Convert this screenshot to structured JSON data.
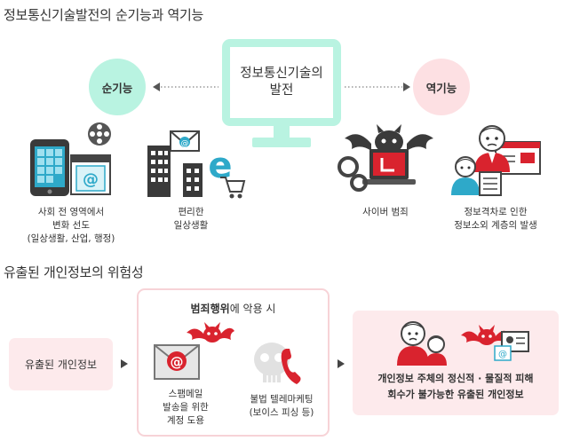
{
  "section1": {
    "title": "정보통신기술발전의 순기능과 역기능",
    "center_lines": [
      "정보통신기술의",
      "발전"
    ],
    "positive_label": "순기능",
    "negative_label": "역기능",
    "positive_items": [
      {
        "icon": "tablet-film-icon",
        "lines": [
          "사회 전 영역에서",
          "변화 선도",
          "(일상생활, 산업, 행정)"
        ]
      },
      {
        "icon": "ecommerce-icon",
        "lines": [
          "편리한",
          "일상생활"
        ]
      }
    ],
    "negative_items": [
      {
        "icon": "cybercrime-icon",
        "lines": [
          "사이버 범죄"
        ]
      },
      {
        "icon": "digital-divide-icon",
        "lines": [
          "정보격차로 인한",
          "정보소외 계층의 발생"
        ]
      }
    ]
  },
  "section2": {
    "title": "유출된 개인정보의 위험성",
    "leaked_label": "유출된 개인정보",
    "crime_heading_bold": "범죄행위",
    "crime_heading_rest": "에 악용 시",
    "crime_items": [
      {
        "icon": "spam-mail-icon",
        "lines": [
          "스팸메일",
          "발송을 위한",
          "계정 도용"
        ]
      },
      {
        "icon": "phishing-phone-icon",
        "lines": [
          "불법 텔레마케팅",
          "(보이스 피싱 등)"
        ]
      }
    ],
    "result_lines": [
      "개인정보 주체의 정신적 · 물질적 피해",
      "회수가 불가능한 유출된 개인정보"
    ]
  },
  "colors": {
    "mint": "#b9f3e1",
    "pink_circle": "#fde0e3",
    "pink_box": "#fdeaec",
    "pink_border": "#f7c8cd",
    "devil_red": "#d9232e",
    "text": "#333333"
  }
}
